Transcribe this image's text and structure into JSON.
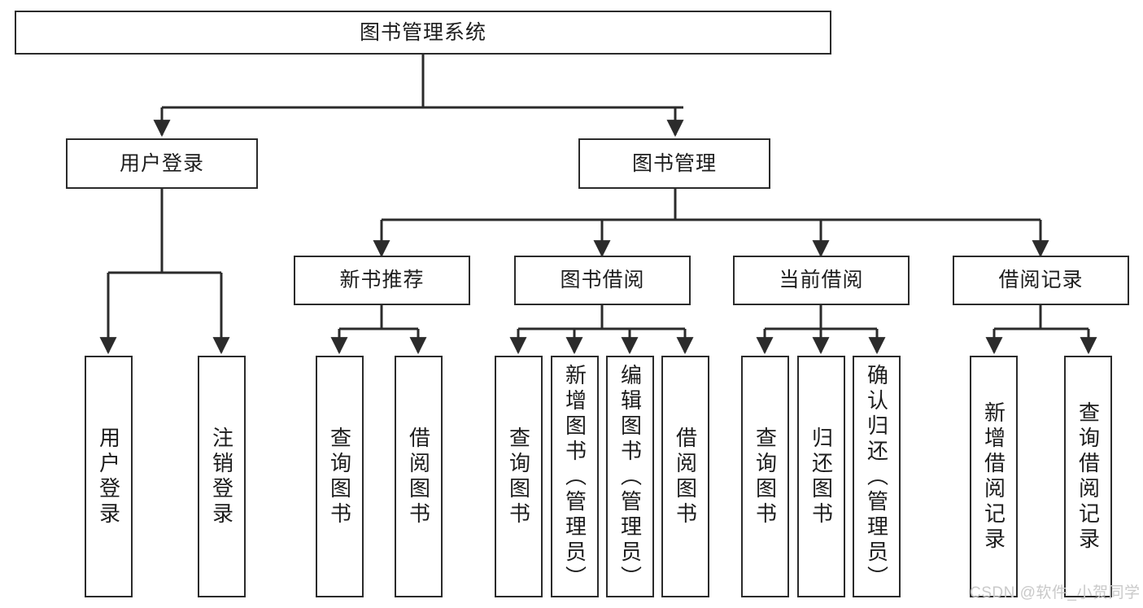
{
  "diagram": {
    "title": "图书管理系统",
    "type": "tree-hierarchy-chart",
    "root": {
      "label": "图书管理系统"
    },
    "level2": [
      {
        "label": "用户登录"
      },
      {
        "label": "图书管理"
      }
    ],
    "level3": [
      {
        "label": "新书推荐"
      },
      {
        "label": "图书借阅"
      },
      {
        "label": "当前借阅"
      },
      {
        "label": "借阅记录"
      }
    ],
    "leaves": {
      "user_login": [
        {
          "label": "用户登录"
        },
        {
          "label": "注销登录"
        }
      ],
      "new_book": [
        {
          "label": "查询图书"
        },
        {
          "label": "借阅图书"
        }
      ],
      "book_borrow": [
        {
          "label": "查询图书"
        },
        {
          "label": "新增图书（管理员）"
        },
        {
          "label": "编辑图书（管理员）"
        },
        {
          "label": "借阅图书"
        }
      ],
      "current_borrow": [
        {
          "label": "查询图书"
        },
        {
          "label": "归还图书"
        },
        {
          "label": "确认归还（管理员）"
        }
      ],
      "borrow_record": [
        {
          "label": "新增借阅记录"
        },
        {
          "label": "查询借阅记录"
        }
      ]
    }
  },
  "watermark": {
    "text": "CSDN @软件_小贺同学"
  },
  "colors": {
    "stroke": "#2b2b2b",
    "fill": "#ffffff",
    "text": "#1d1d1d",
    "watermark": "#c9c9c9"
  }
}
